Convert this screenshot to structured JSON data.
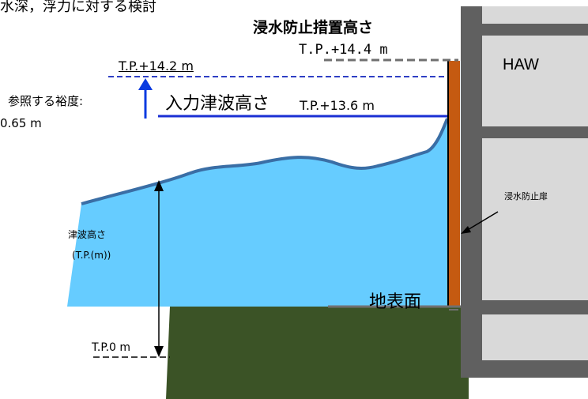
{
  "header": {
    "title": "水深，浮力に対する検討"
  },
  "measures": {
    "flood_height_label": "浸水防止措置高さ",
    "flood_height_value": "T.P.+14.4 m",
    "ref_level": "T.P.+14.2 m",
    "margin_label": "参照する裕度:",
    "margin_value": "0.65 m",
    "input_tsunami_label": "入力津波高さ",
    "input_tsunami_value": "T.P.+13.6 m",
    "tsunami_height_label": "津波高さ",
    "tsunami_height_unit": "(T.P.(m))",
    "tp0": "T.P.0 m",
    "ground_label": "地表面"
  },
  "structure": {
    "room_label": "HAW",
    "door_label": "浸水防止扉"
  },
  "colors": {
    "water": "#66ccff",
    "water_outline": "#3a6ea5",
    "ground": "#3b5326",
    "wall": "#606060",
    "room_fill": "#d9d9d9",
    "door": "#c55a11",
    "dashed_blue": "#2f3fc4",
    "input_line": "#1a2fd4",
    "arrow_blue": "#0a3be0",
    "dashed_gray": "#707070"
  }
}
